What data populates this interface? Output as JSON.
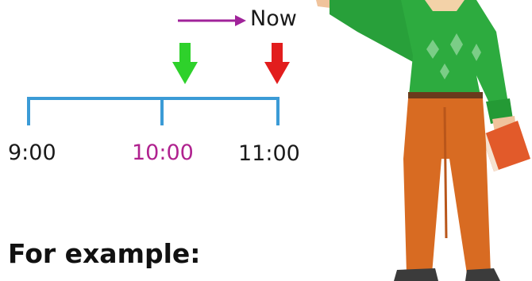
{
  "diagram": {
    "now_label": "Now",
    "times": [
      "9:00",
      "10:00",
      "11:00"
    ],
    "heading": "For example:"
  },
  "colors": {
    "timeline": "#3b9bd6",
    "highlight_time": "#b0228f",
    "now_arrow": "#a0239a",
    "green_arrow": "#2ed12b",
    "red_arrow": "#e21d1d"
  },
  "icons": {
    "figure": "teacher-illustration"
  }
}
